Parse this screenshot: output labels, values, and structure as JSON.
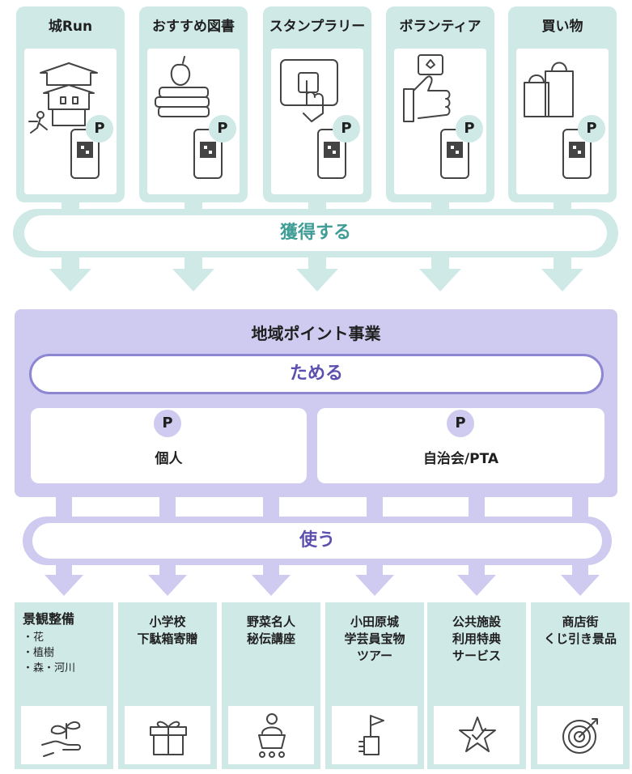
{
  "top_sources": [
    {
      "title": "城Run",
      "icon": "castle-runner-icon",
      "badge": "P"
    },
    {
      "title": "おすすめ図書",
      "icon": "books-apple-icon",
      "badge": "P"
    },
    {
      "title": "スタンプラリー",
      "icon": "tablet-tap-icon",
      "badge": "P"
    },
    {
      "title": "ボランティア",
      "icon": "thumbs-up-icon",
      "badge": "P"
    },
    {
      "title": "買い物",
      "icon": "shopping-bags-icon",
      "badge": "P"
    }
  ],
  "earn_label": "獲得する",
  "program": {
    "title": "地域ポイント事業",
    "save_label": "ためる",
    "accounts": [
      {
        "badge": "P",
        "label": "個人"
      },
      {
        "badge": "P",
        "label": "自治会/PTA"
      }
    ]
  },
  "use_label": "使う",
  "uses": [
    {
      "title": "景観整備",
      "bullets": [
        "花",
        "植樹",
        "森・河川"
      ],
      "icon": "plant-hand-icon"
    },
    {
      "title": "小学校\n下駄箱寄贈",
      "bullets": [],
      "icon": "gift-box-icon"
    },
    {
      "title": "野菜名人\n秘伝講座",
      "bullets": [],
      "icon": "lecturer-icon"
    },
    {
      "title": "小田原城\n学芸員宝物\nツアー",
      "bullets": [],
      "icon": "flag-hand-icon"
    },
    {
      "title": "公共施設\n利用特典\nサービス",
      "bullets": [],
      "icon": "star-check-icon"
    },
    {
      "title": "商店街\nくじ引き景品",
      "bullets": [],
      "icon": "target-icon"
    }
  ],
  "colors": {
    "teal": "#cfe9e7",
    "teal_dark": "#3f9d96",
    "purple": "#cfcbf0",
    "purple_dark": "#5b4fb0"
  }
}
